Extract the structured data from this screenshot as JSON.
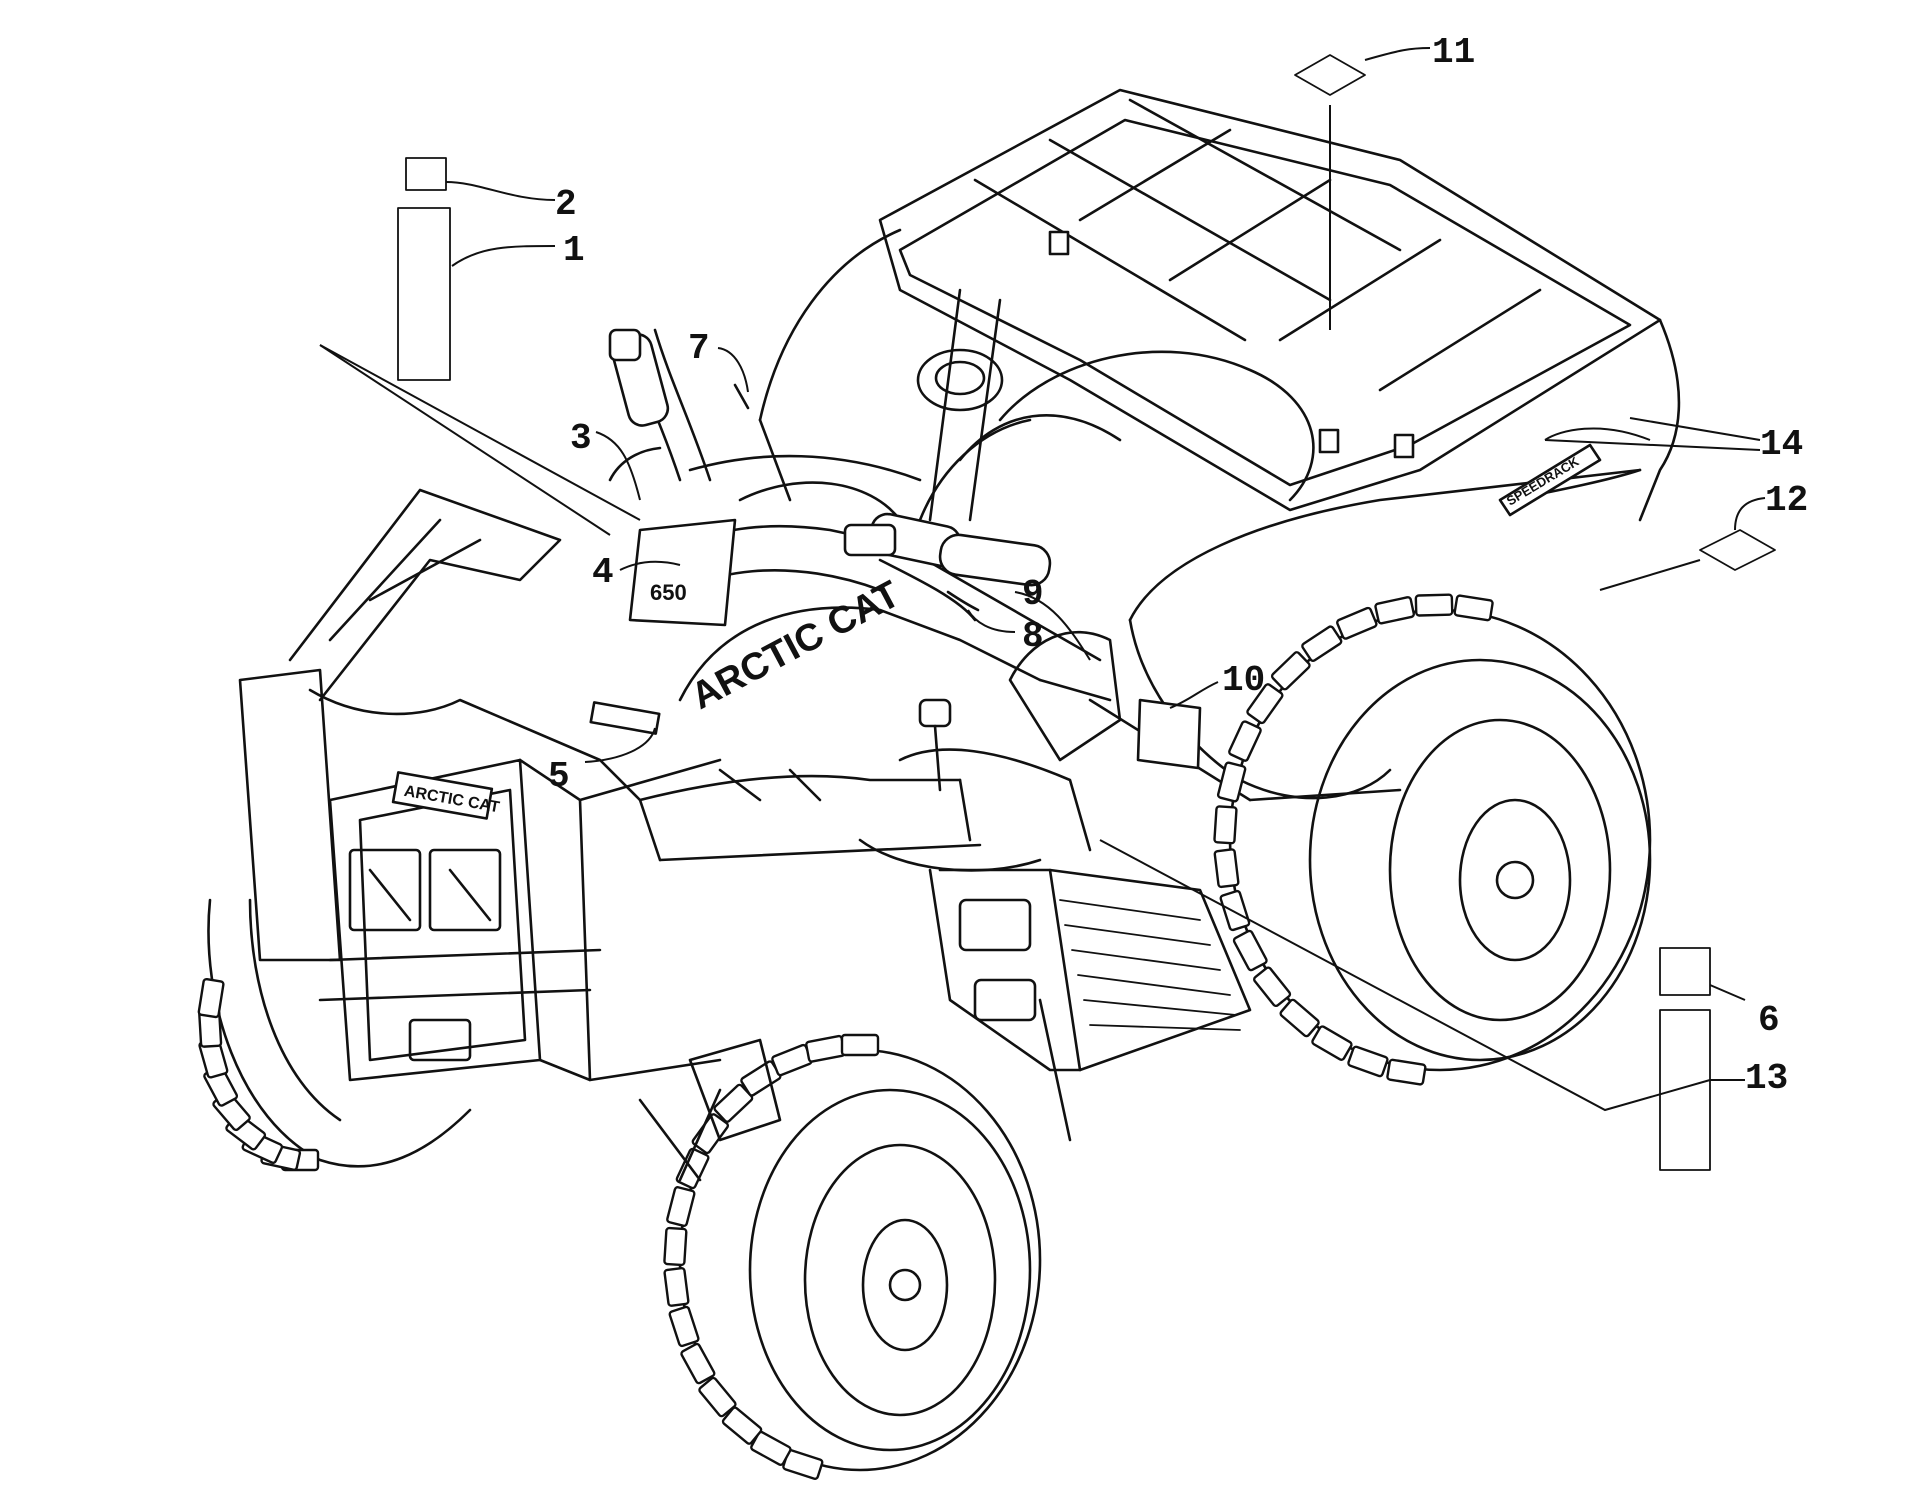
{
  "callouts": [
    {
      "id": "1",
      "label": "1"
    },
    {
      "id": "2",
      "label": "2"
    },
    {
      "id": "3",
      "label": "3"
    },
    {
      "id": "4",
      "label": "4"
    },
    {
      "id": "5",
      "label": "5"
    },
    {
      "id": "6",
      "label": "6"
    },
    {
      "id": "7",
      "label": "7"
    },
    {
      "id": "8",
      "label": "8"
    },
    {
      "id": "9",
      "label": "9"
    },
    {
      "id": "10",
      "label": "10"
    },
    {
      "id": "11",
      "label": "11"
    },
    {
      "id": "12",
      "label": "12"
    },
    {
      "id": "13",
      "label": "13"
    },
    {
      "id": "14",
      "label": "14"
    }
  ],
  "decal_text": {
    "tank_brand": "ARCTIC CAT",
    "bumper_brand": "ARCTIC CAT",
    "speedrack": "SPEEDRACK",
    "model_number": "650"
  }
}
